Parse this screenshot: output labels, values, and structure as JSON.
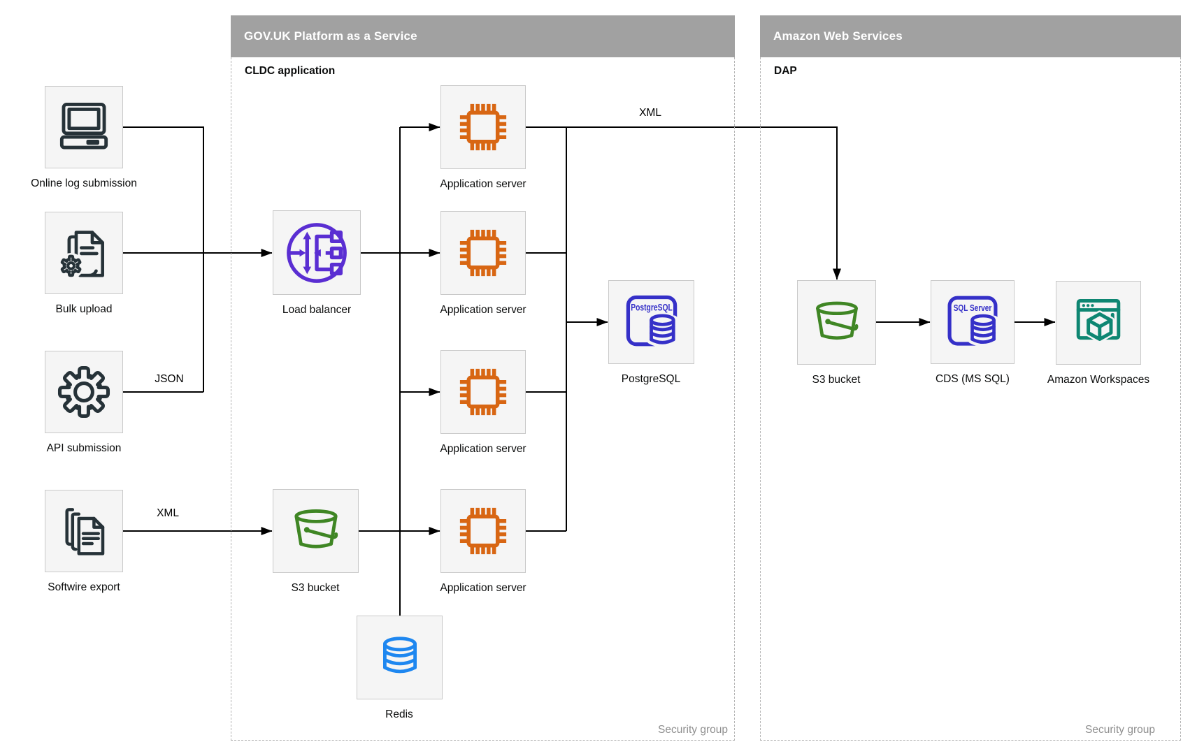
{
  "containers": {
    "govuk": {
      "title": "GOV.UK Platform as a Service",
      "subtitle": "CLDC application",
      "footer": "Security group"
    },
    "aws": {
      "title": "Amazon Web Services",
      "subtitle": "DAP",
      "footer": "Security group"
    }
  },
  "nodes": [
    {
      "id": "online-log-submission",
      "label": "Online log submission",
      "icon": "desktop-computer-icon"
    },
    {
      "id": "bulk-upload",
      "label": "Bulk upload",
      "icon": "document-gear-icon"
    },
    {
      "id": "api-submission",
      "label": "API submission",
      "icon": "gear-icon"
    },
    {
      "id": "softwire-export",
      "label": "Softwire export",
      "icon": "documents-stack-icon"
    },
    {
      "id": "load-balancer",
      "label": "Load balancer",
      "icon": "load-balancer-icon"
    },
    {
      "id": "app-server-1",
      "label": "Application server",
      "icon": "chip-icon"
    },
    {
      "id": "app-server-2",
      "label": "Application server",
      "icon": "chip-icon"
    },
    {
      "id": "app-server-3",
      "label": "Application server",
      "icon": "chip-icon"
    },
    {
      "id": "app-server-4",
      "label": "Application server",
      "icon": "chip-icon"
    },
    {
      "id": "postgresql",
      "label": "PostgreSQL",
      "icon": "postgresql-database-icon",
      "badge": "PostgreSQL"
    },
    {
      "id": "s3-bucket-paas",
      "label": "S3 bucket",
      "icon": "s3-bucket-icon"
    },
    {
      "id": "redis",
      "label": "Redis",
      "icon": "database-cylinder-icon"
    },
    {
      "id": "s3-bucket-aws",
      "label": "S3 bucket",
      "icon": "s3-bucket-icon"
    },
    {
      "id": "cds-mssql",
      "label": "CDS (MS SQL)",
      "icon": "sql-server-database-icon",
      "badge": "SQL Server"
    },
    {
      "id": "amazon-workspaces",
      "label": "Amazon Workspaces",
      "icon": "workspaces-browser-cube-icon"
    }
  ],
  "edge_labels": {
    "json": "JSON",
    "xml_softwire": "XML",
    "xml_app_to_s3": "XML"
  },
  "colors": {
    "zone_header_gray": "#a1a1a1",
    "dark_navy": "#263238",
    "compute_orange": "#d86613",
    "network_purple": "#5a2ed2",
    "database_indigo": "#3530c8",
    "storage_green": "#3f8624",
    "workspaces_teal": "#0e8672",
    "redis_blue": "#1e87f0"
  }
}
